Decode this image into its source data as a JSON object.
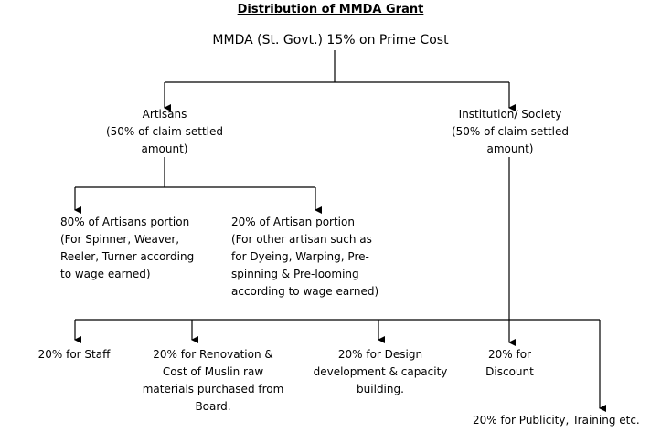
{
  "title": "Distribution of MMDA Grant",
  "root": "MMDA (St. Govt.) 15% on Prime Cost",
  "artisans": "Artisans\n(50% of claim settled\namount)",
  "institution": "Institution/ Society\n(50% of claim settled\namount)",
  "artisan_80": "80% of Artisans portion\n(For Spinner,  Weaver,\nReeler, Turner according\nto wage earned)",
  "artisan_20": "20% of Artisan portion\n(For other artisan such as\nfor Dyeing, Warping, Pre-\nspinning & Pre-looming\naccording to wage earned)",
  "staff": "20% for Staff",
  "renovation": "20% for Renovation  &\nCost of Muslin raw\nmaterials purchased from\nBoard.",
  "design": "20% for Design\ndevelopment  & capacity\nbuilding.",
  "discount": "20% for\nDiscount",
  "publicity": "20% for Publicity,  Training etc."
}
